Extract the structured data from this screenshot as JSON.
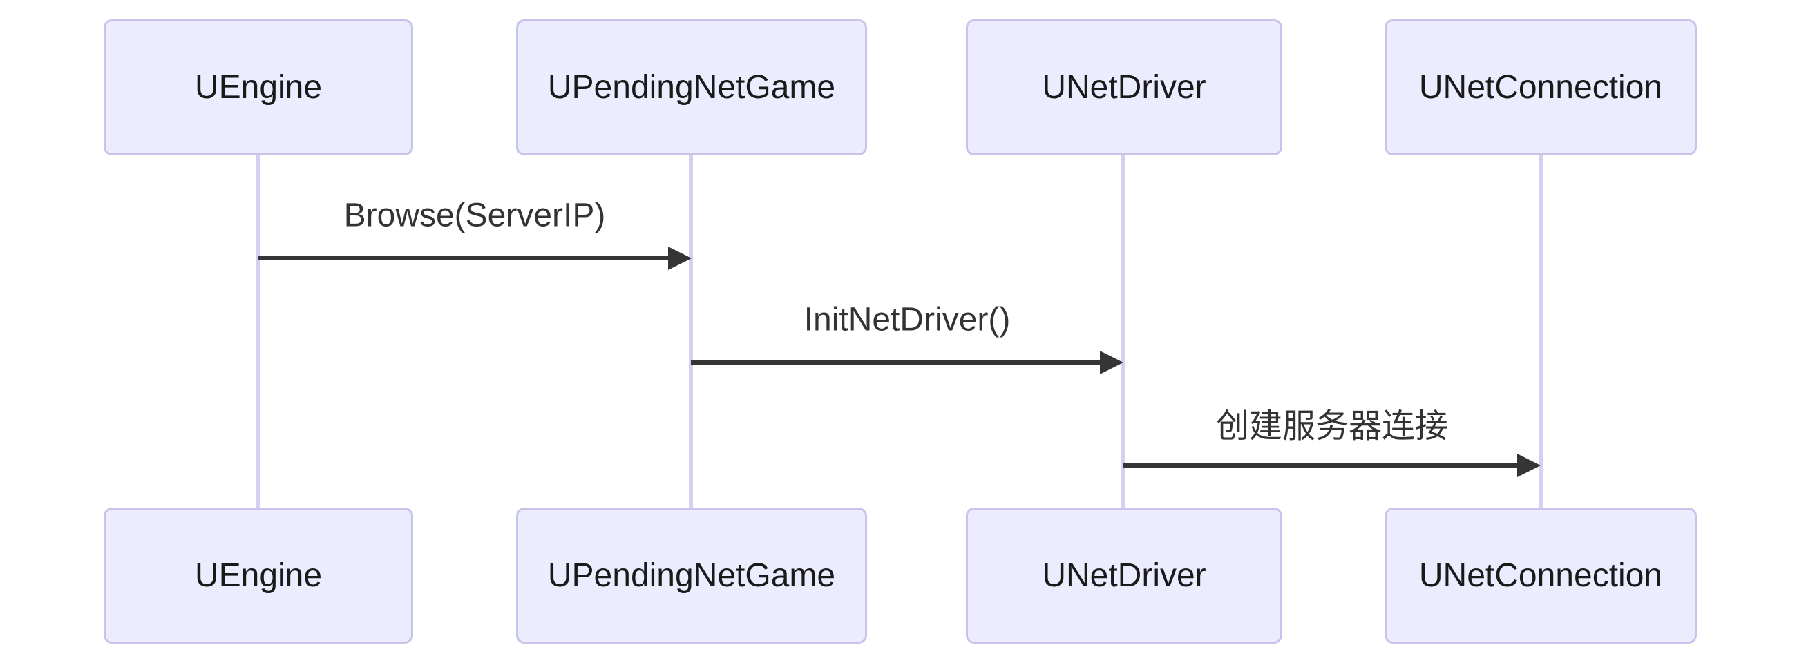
{
  "diagram": {
    "type": "sequence-diagram",
    "colors": {
      "actor_fill": "#ECECFF",
      "actor_border": "#CBC2EB",
      "lifeline": "#D8CEF2",
      "arrow": "#353535",
      "message_text": "#333333",
      "actor_text": "#1a1a1a",
      "background": "#ffffff"
    },
    "participants": [
      {
        "label": "UEngine"
      },
      {
        "label": "UPendingNetGame"
      },
      {
        "label": "UNetDriver"
      },
      {
        "label": "UNetConnection"
      }
    ],
    "messages": [
      {
        "from": "UEngine",
        "to": "UPendingNetGame",
        "label": "Browse(ServerIP)",
        "arrow_style": "solid-filled-head"
      },
      {
        "from": "UPendingNetGame",
        "to": "UNetDriver",
        "label": "InitNetDriver()",
        "arrow_style": "solid-filled-head"
      },
      {
        "from": "UNetDriver",
        "to": "UNetConnection",
        "label": "创建服务器连接",
        "arrow_style": "solid-filled-head"
      }
    ]
  }
}
